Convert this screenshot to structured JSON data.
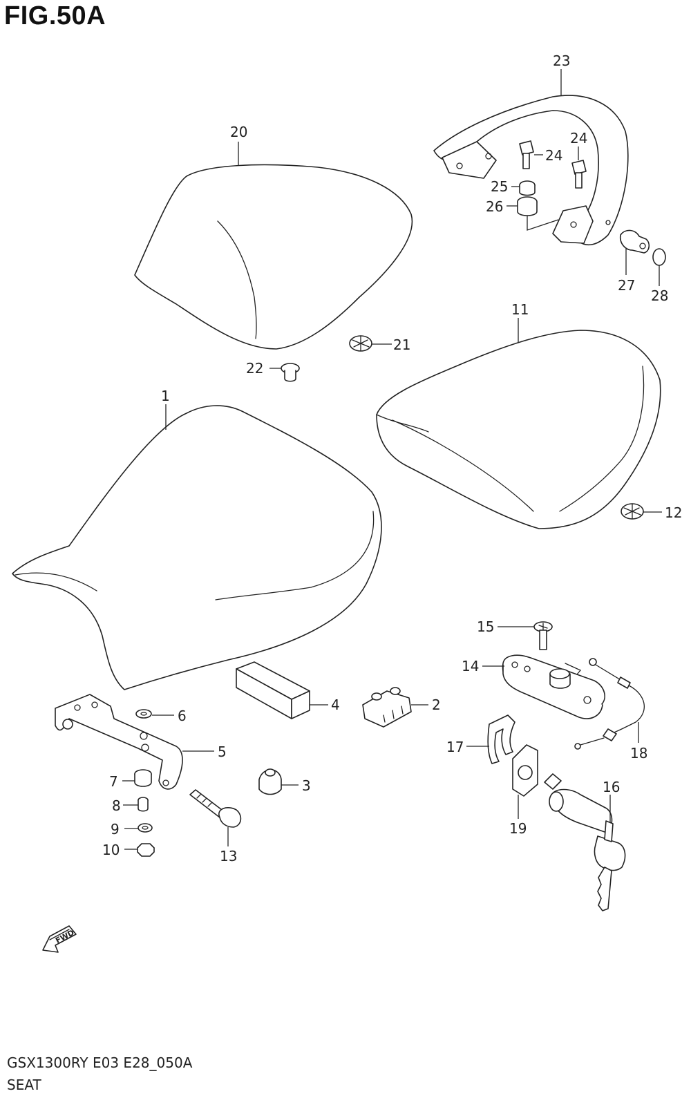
{
  "figure": {
    "title": "FIG.50A",
    "model_code": "GSX1300RY E03 E28_050A",
    "section_name": "SEAT"
  },
  "callouts": {
    "c1": "1",
    "c2": "2",
    "c3": "3",
    "c4": "4",
    "c5": "5",
    "c6": "6",
    "c7": "7",
    "c8": "8",
    "c9": "9",
    "c10": "10",
    "c11": "11",
    "c12": "12",
    "c13": "13",
    "c14": "14",
    "c15": "15",
    "c16": "16",
    "c17": "17",
    "c18": "18",
    "c19": "19",
    "c20": "20",
    "c21": "21",
    "c22": "22",
    "c23": "23",
    "c24a": "24",
    "c24b": "24",
    "c25": "25",
    "c26": "26",
    "c27": "27",
    "c28": "28"
  },
  "fwd_label": "FWD",
  "icons": {
    "direction_arrow": "fwd-arrow-icon"
  }
}
